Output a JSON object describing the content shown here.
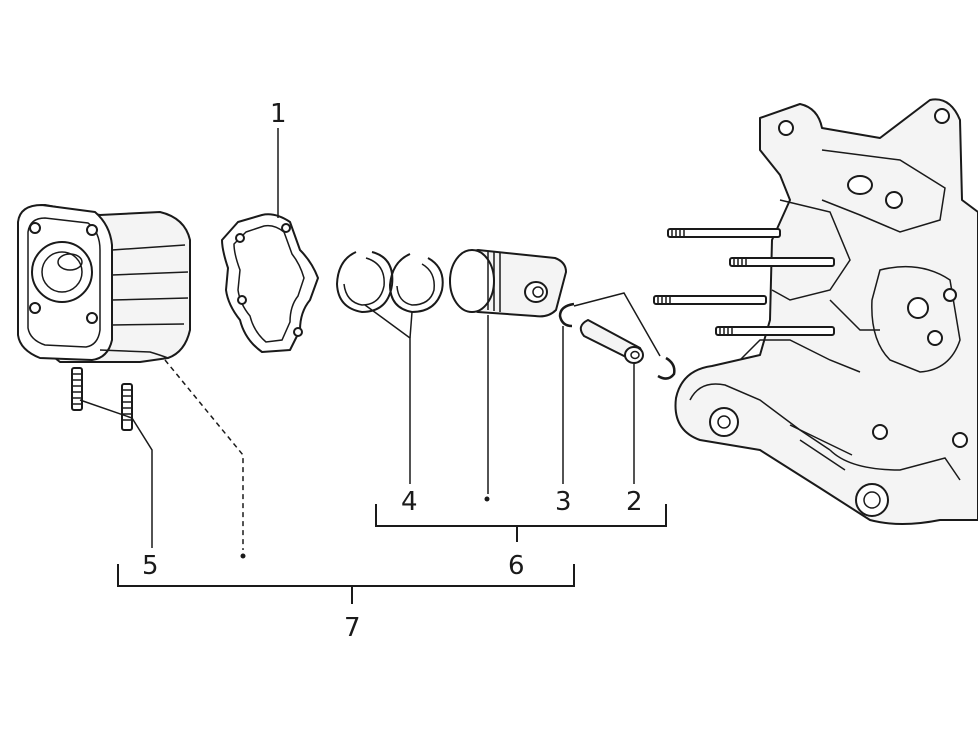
{
  "labels": {
    "gasket": "1",
    "pin": "2",
    "clip": "3",
    "rings": "4",
    "studs": "5",
    "piston_assembly": "6",
    "cylinder_assembly": "7"
  }
}
